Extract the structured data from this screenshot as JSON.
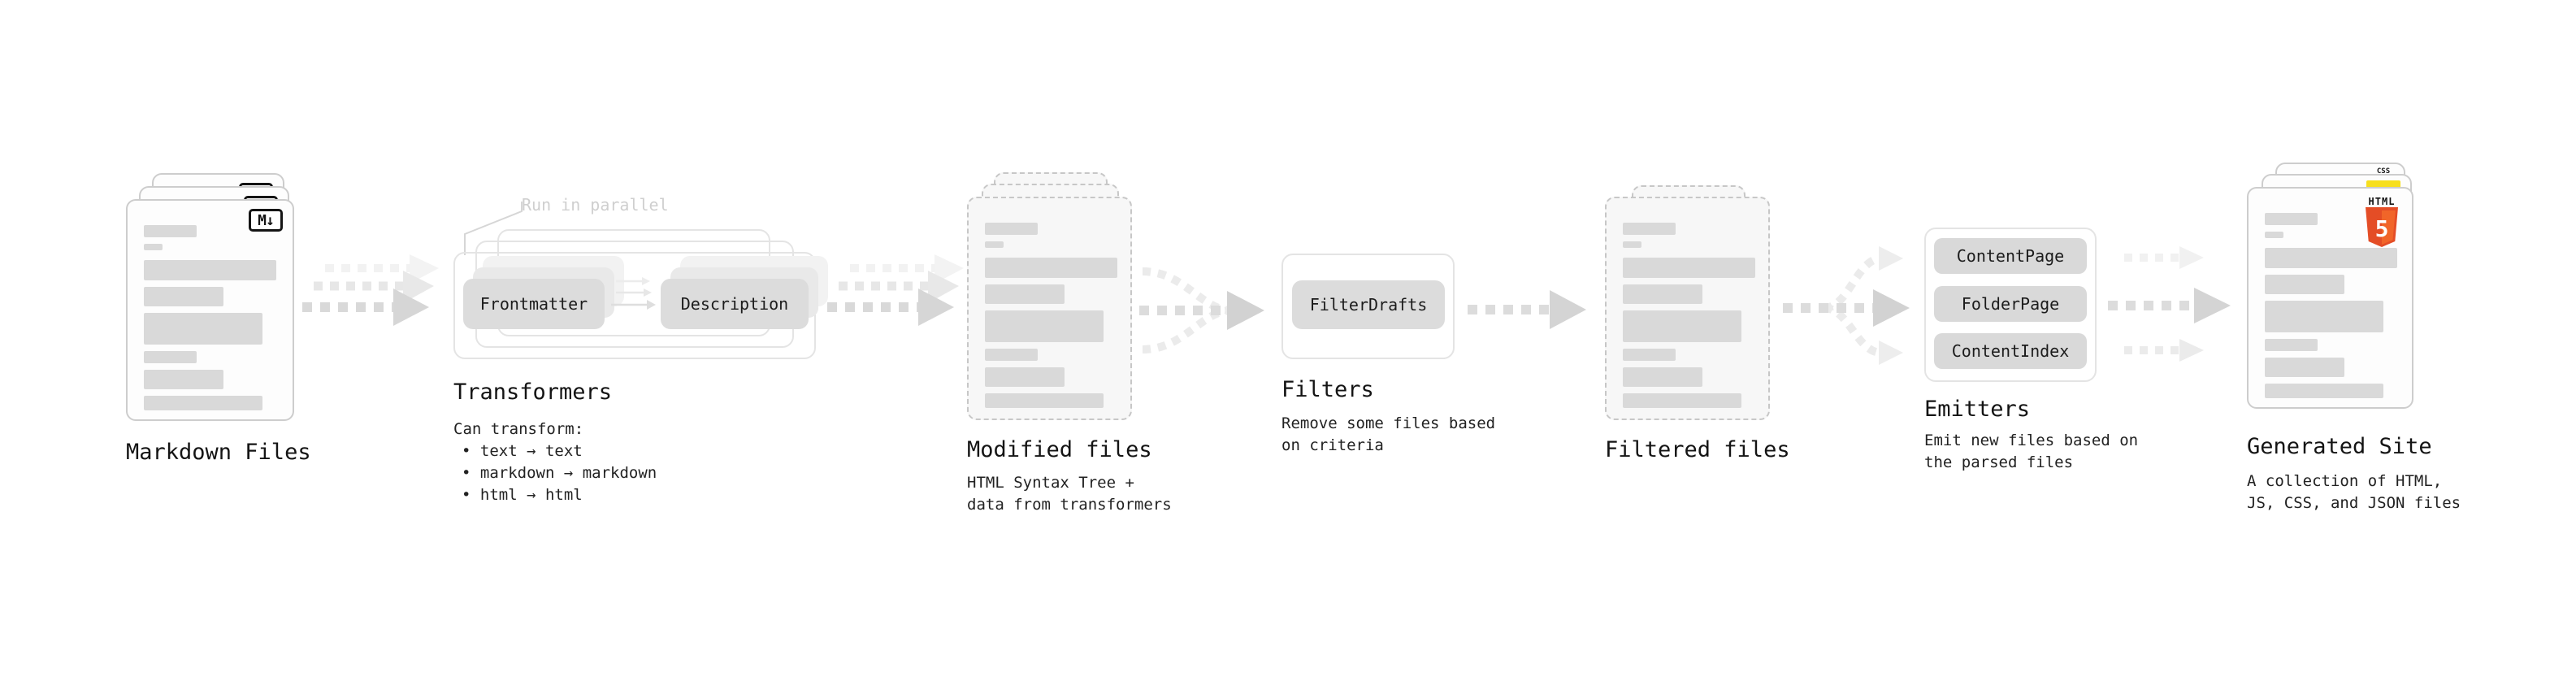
{
  "stages": {
    "markdown": {
      "title": "Markdown Files"
    },
    "transformers": {
      "title": "Transformers",
      "annotation": "Run in parallel",
      "pill_left": "Frontmatter",
      "pill_right": "Description",
      "caption_heading": "Can transform:",
      "bullets": [
        "• text → text",
        "• markdown → markdown",
        "• html → html"
      ]
    },
    "modified": {
      "title": "Modified files",
      "caption": "HTML Syntax Tree +\ndata from transformers"
    },
    "filters": {
      "title": "Filters",
      "pill": "FilterDrafts",
      "caption": "Remove some files based\non criteria"
    },
    "filtered": {
      "title": "Filtered files"
    },
    "emitters": {
      "title": "Emitters",
      "pills": [
        "ContentPage",
        "FolderPage",
        "ContentIndex"
      ],
      "caption": "Emit new files based on\nthe parsed files"
    },
    "generated": {
      "title": "Generated Site",
      "caption": "A collection of HTML,\nJS, CSS, and JSON files"
    }
  },
  "badges": {
    "markdown": "M↓",
    "css": "CSS",
    "html5_word": "HTML",
    "html5_number": "5"
  },
  "colors": {
    "html5_orange": "#e44d26",
    "html5_orange_light": "#f16529",
    "js_yellow": "#f7df1e",
    "css_blue": "#2965f1",
    "placeholder_bar": "#d9d9d9",
    "arrow_main": "#d6d6d6",
    "arrow_light": "#ececec"
  }
}
